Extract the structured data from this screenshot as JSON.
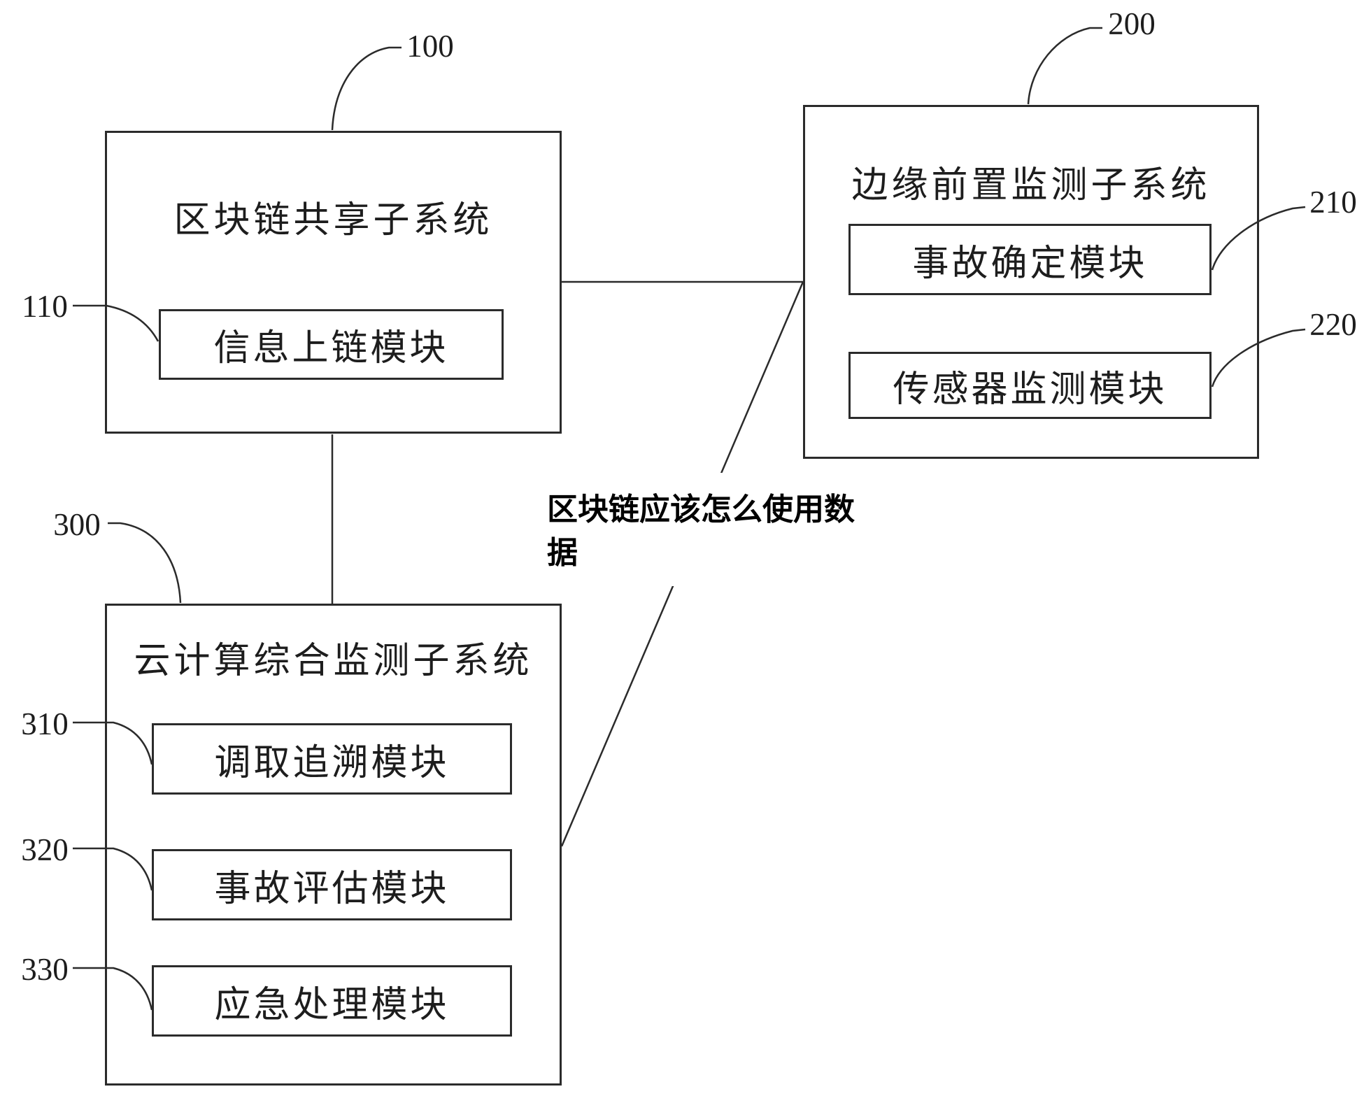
{
  "figure": {
    "background": "#ffffff",
    "stroke_color": "#2b2b2b",
    "subsystems": {
      "blockchain": {
        "ref": "100",
        "title": "区块链共享子系统",
        "modules": [
          {
            "ref": "110",
            "label": "信息上链模块"
          }
        ]
      },
      "edge": {
        "ref": "200",
        "title": "边缘前置监测子系统",
        "modules": [
          {
            "ref": "210",
            "label": "事故确定模块"
          },
          {
            "ref": "220",
            "label": "传感器监测模块"
          }
        ]
      },
      "cloud": {
        "ref": "300",
        "title": "云计算综合监测子系统",
        "modules": [
          {
            "ref": "310",
            "label": "调取追溯模块"
          },
          {
            "ref": "320",
            "label": "事故评估模块"
          },
          {
            "ref": "330",
            "label": "应急处理模块"
          }
        ]
      }
    },
    "overlay": {
      "line1": "区块链应该怎么使用数",
      "line2": "据"
    }
  }
}
